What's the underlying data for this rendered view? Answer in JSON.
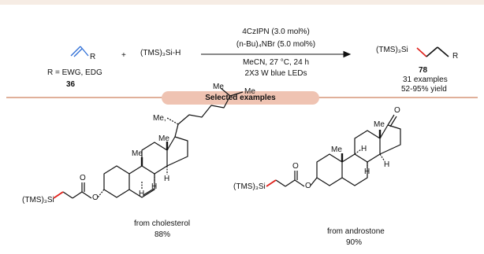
{
  "reaction": {
    "substrate_label": "R",
    "substrate_note": "R = EWG, EDG",
    "substrate_number": "36",
    "plus": "+",
    "reagent": "(TMS)₃Si-H",
    "conditions": [
      "4CzIPN (3.0 mol%)",
      "(n-Bu)₄NBr (5.0 mol%)",
      "MeCN, 27 °C, 24 h",
      "2X3 W blue LEDs"
    ],
    "product_silyl": "(TMS)₃Si",
    "product_r": "R",
    "product_number": "78",
    "product_examples": "31 examples",
    "product_yield": "52-95% yield"
  },
  "banner": {
    "title": "Selected examples"
  },
  "examples": [
    {
      "source": "from cholesterol",
      "yield": "88%",
      "labels": {
        "silyl": "(TMS)₃Si",
        "o": "O",
        "o_ester": "O",
        "me_side_1": "Me",
        "me_side_2": "Me",
        "me_chain": "Me,",
        "me_18": "Me",
        "me_19": "Me",
        "h_1": "H",
        "h_2": "H",
        "h_3": "H"
      }
    },
    {
      "source": "from androstone",
      "yield": "90%",
      "labels": {
        "silyl": "(TMS)₃Si",
        "o": "O",
        "o_ester": "O",
        "o_ketone": "O",
        "me_18": "Me",
        "me_19": "Me",
        "h_1": "H",
        "h_2": "H",
        "h_3": "H"
      }
    }
  ],
  "colors": {
    "bond": "#111111",
    "silyl_bond": "#e0201a",
    "banner_fill": "#efc3b2",
    "banner_line": "#e0b09a",
    "top_band": "#f6ece4"
  }
}
